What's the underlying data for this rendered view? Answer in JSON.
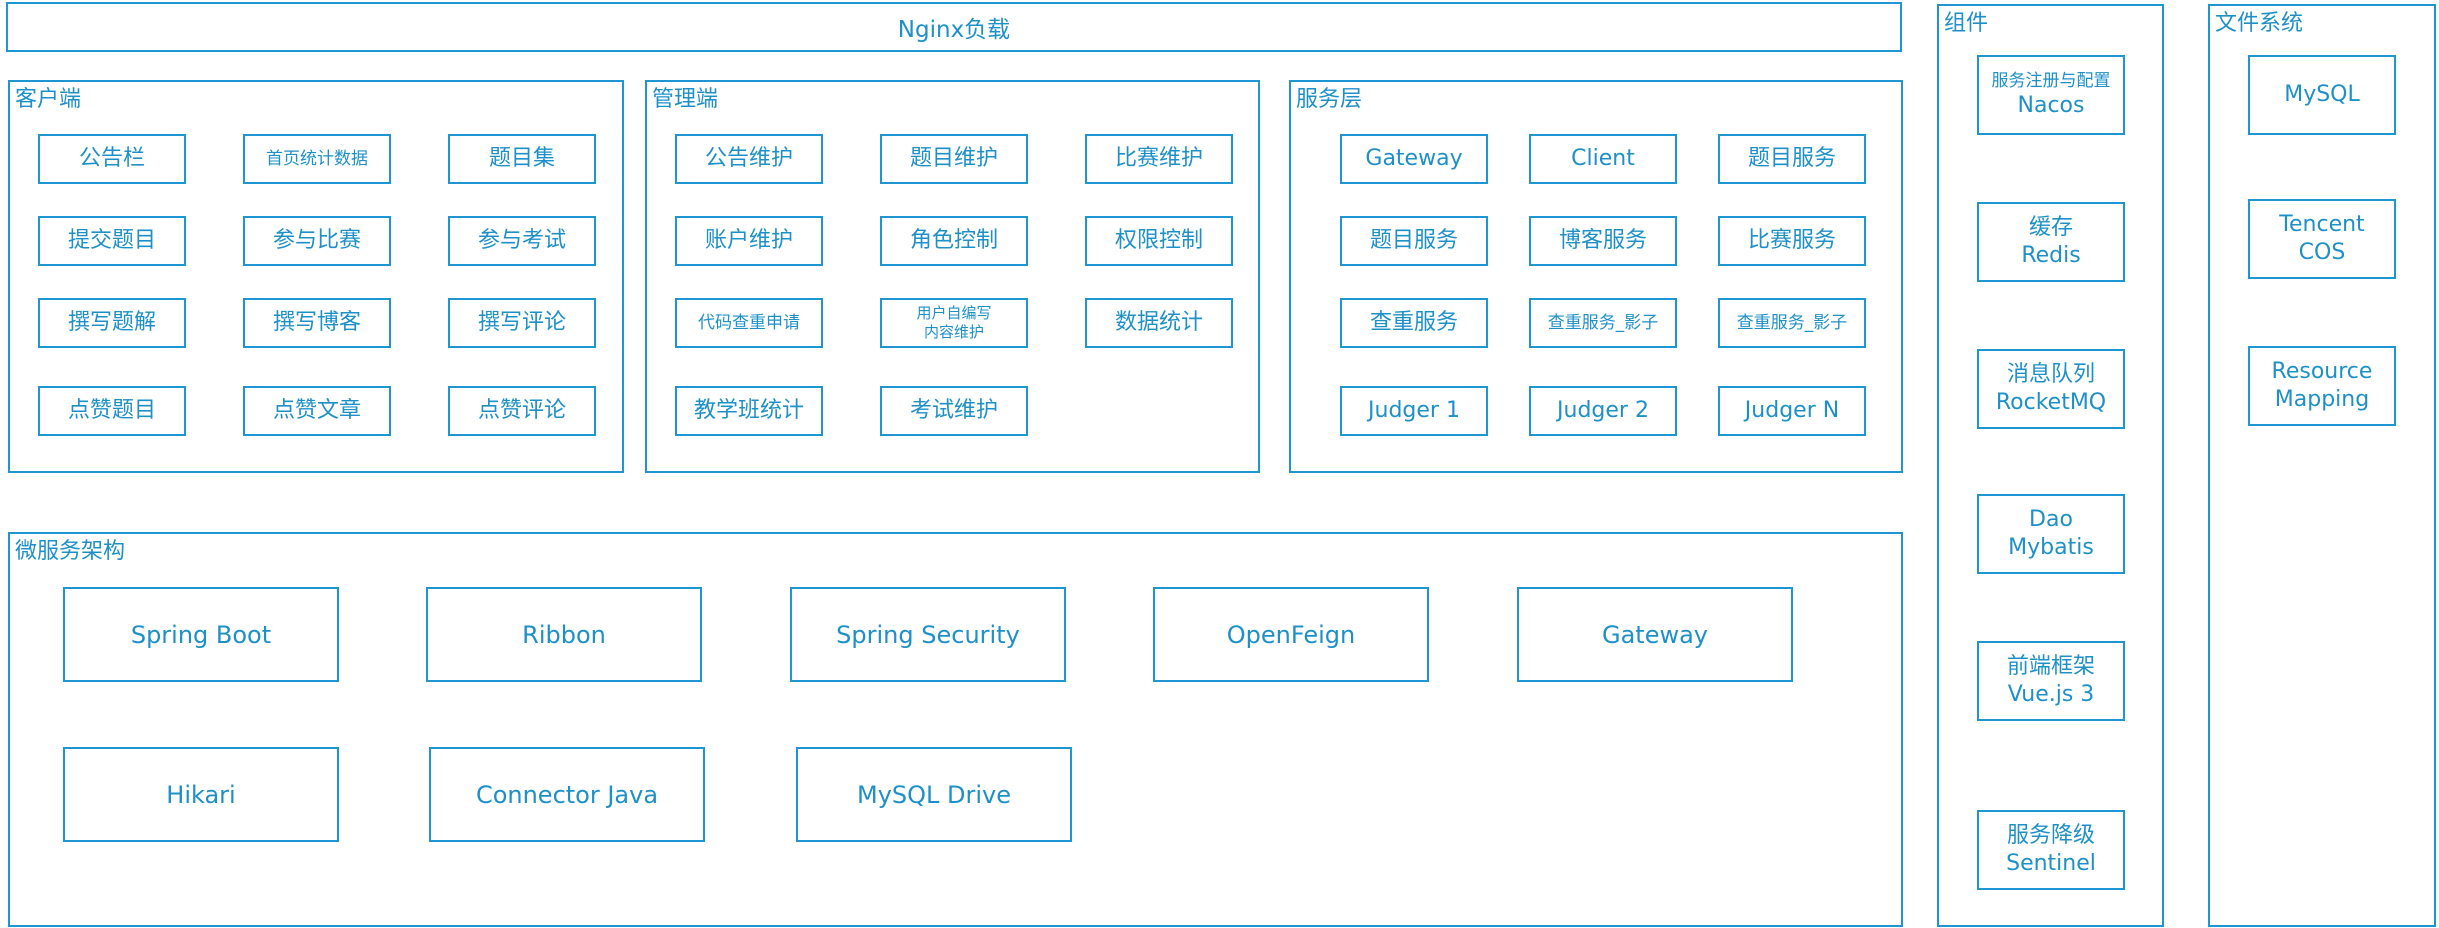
{
  "banner": "Nginx负载",
  "client": {
    "title": "客户端",
    "items": [
      "公告栏",
      "首页统计数据",
      "题目集",
      "提交题目",
      "参与比赛",
      "参与考试",
      "撰写题解",
      "撰写博客",
      "撰写评论",
      "点赞题目",
      "点赞文章",
      "点赞评论"
    ]
  },
  "admin": {
    "title": "管理端",
    "items": [
      "公告维护",
      "题目维护",
      "比赛维护",
      "账户维护",
      "角色控制",
      "权限控制",
      "代码查重申请",
      "用户自编写\n内容维护",
      "数据统计",
      "教学班统计",
      "考试维护"
    ]
  },
  "service": {
    "title": "服务层",
    "items": [
      "Gateway",
      "Client",
      "题目服务",
      "题目服务",
      "博客服务",
      "比赛服务",
      "查重服务",
      "查重服务_影子",
      "查重服务_影子",
      "Judger 1",
      "Judger 2",
      "Judger N"
    ]
  },
  "micro": {
    "title": "微服务架构",
    "items": [
      "Spring Boot",
      "Ribbon",
      "Spring Security",
      "OpenFeign",
      "Gateway",
      "Hikari",
      "Connector Java",
      "MySQL Drive"
    ]
  },
  "components": {
    "title": "组件",
    "items": [
      {
        "line1": "服务注册与配置",
        "line2": "Nacos"
      },
      {
        "line1": "缓存",
        "line2": "Redis"
      },
      {
        "line1": "消息队列",
        "line2": "RocketMQ"
      },
      {
        "line1": "Dao",
        "line2": "Mybatis"
      },
      {
        "line1": "前端框架",
        "line2": "Vue.js 3"
      },
      {
        "line1": "服务降级",
        "line2": "Sentinel"
      }
    ]
  },
  "files": {
    "title": "文件系统",
    "items": [
      "MySQL",
      "Tencent\nCOS",
      "Resource\nMapping"
    ]
  }
}
